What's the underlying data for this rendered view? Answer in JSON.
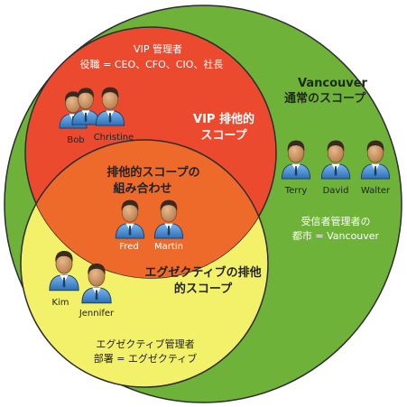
{
  "scopes": {
    "vancouver": {
      "title_line1": "Vancouver",
      "title_line2": "通常のスコープ",
      "filter_line1": "受信者管理者の",
      "filter_line2": "都市 = Vancouver",
      "color": "#6fb23a"
    },
    "vip": {
      "title_line1": "VIP 排他的",
      "title_line2": "スコープ",
      "filter_line1": "VIP 管理者",
      "filter_line2": "役職 = CEO、CFO、CIO、社長",
      "color": "#ec4a2f"
    },
    "executive": {
      "title_line1": "エグゼクティブの排他",
      "title_line2": "的スコープ",
      "filter_line1": "エグゼクティブ管理者",
      "filter_line2": "部署 = エグゼクティブ",
      "color": "#f3f06a"
    },
    "combined": {
      "title_line1": "排他的スコープの",
      "title_line2": "組み合わせ",
      "color": "#ee6a2a"
    }
  },
  "people": {
    "bob": "Bob",
    "christine": "Christine",
    "fred": "Fred",
    "martin": "Martin",
    "kim": "Kim",
    "jennifer": "Jennifer",
    "terry": "Terry",
    "david": "David",
    "walter": "Walter"
  }
}
